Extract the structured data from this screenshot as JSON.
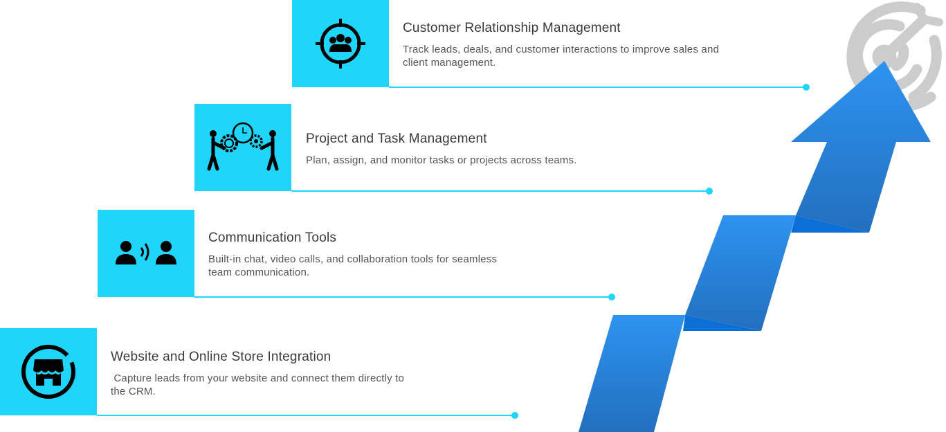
{
  "items": [
    {
      "title": "Customer Relationship Management",
      "desc": "Track leads, deals, and customer interactions to improve sales and client management.",
      "icon": "crm-target-group-icon"
    },
    {
      "title": "Project and Task Management",
      "desc": "Plan, assign, and monitor tasks or projects across teams.",
      "icon": "team-gears-clock-icon"
    },
    {
      "title": "Communication Tools",
      "desc": "Built-in chat, video calls, and collaboration tools for seamless team communication.",
      "icon": "people-talking-icon"
    },
    {
      "title": "Website and Online Store Integration",
      "desc": " Capture leads from your website and connect them directly to the CRM.",
      "icon": "store-icon"
    }
  ],
  "colors": {
    "accent": "#1fd5f9",
    "arrow": "#2a8ae8",
    "arrow_dark": "#0b6fd6",
    "target": "#cccccc"
  }
}
